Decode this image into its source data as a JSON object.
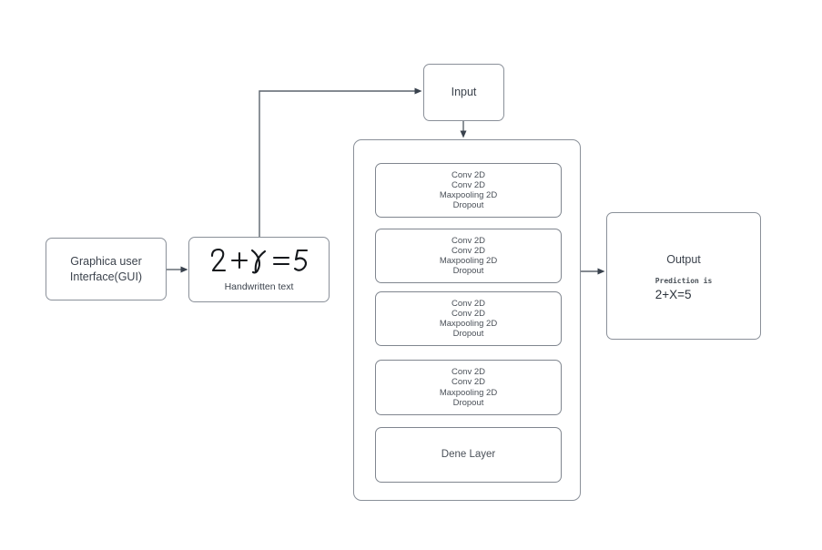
{
  "diagram": {
    "gui_box": {
      "label_line1": "Graphica user",
      "label_line2": "Interface(GUI)"
    },
    "handwritten_box": {
      "equation": "2 + X = 5",
      "caption": "Handwritten text"
    },
    "input_box": {
      "label": "Input"
    },
    "cnn_container": {
      "blocks": [
        {
          "lines": [
            "Conv 2D",
            "Conv 2D",
            "Maxpooling 2D",
            "Dropout"
          ]
        },
        {
          "lines": [
            "Conv 2D",
            "Conv 2D",
            "Maxpooling 2D",
            "Dropout"
          ]
        },
        {
          "lines": [
            "Conv 2D",
            "Conv 2D",
            "Maxpooling 2D",
            "Dropout"
          ]
        },
        {
          "lines": [
            "Conv 2D",
            "Conv 2D",
            "Maxpooling 2D",
            "Dropout"
          ]
        },
        {
          "lines": [
            "Dene Layer"
          ]
        }
      ]
    },
    "output_box": {
      "title": "Output",
      "prediction_label": "Prediction is",
      "prediction_value": "2+X=5"
    },
    "colors": {
      "background": "#ffffff",
      "box_border": "#8a9099",
      "arrow": "#39424d",
      "text": "#3c434d",
      "handwriting": "#15181c"
    }
  }
}
